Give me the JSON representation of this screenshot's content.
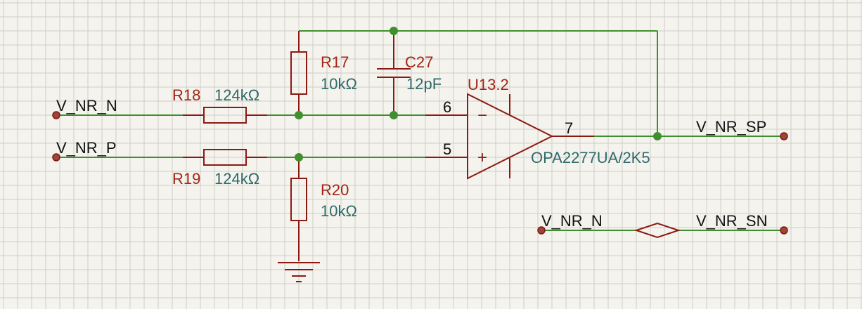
{
  "colors": {
    "background": "#f5f3ee",
    "grid": "#cfcdc8",
    "wire": "#3f8f2f",
    "component": "#8b1a12",
    "ref_text": "#a32314",
    "value_text": "#2e6a6a"
  },
  "nets": {
    "v_nr_n_input": "V_NR_N",
    "v_nr_p_input": "V_NR_P",
    "v_nr_sp_output": "V_NR_SP",
    "v_nr_n_alias": "V_NR_N",
    "v_nr_sn_alias": "V_NR_SN"
  },
  "components": {
    "r17": {
      "ref": "R17",
      "value": "10kΩ"
    },
    "r18": {
      "ref": "R18",
      "value": "124kΩ"
    },
    "r19": {
      "ref": "R19",
      "value": "124kΩ"
    },
    "r20": {
      "ref": "R20",
      "value": "10kΩ"
    },
    "c27": {
      "ref": "C27",
      "value": "12pF"
    },
    "u13": {
      "ref": "U13.2",
      "part": "OPA2277UA/2K5",
      "pin_inverting": "6",
      "pin_noninverting": "5",
      "pin_output": "7",
      "sign_minus": "−",
      "sign_plus": "+"
    }
  }
}
